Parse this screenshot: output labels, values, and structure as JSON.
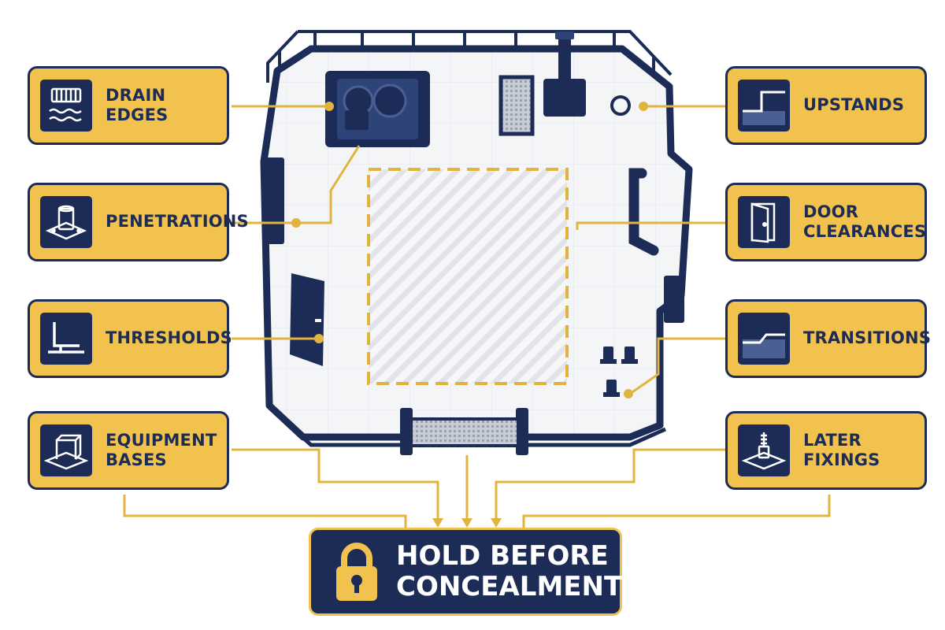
{
  "callouts": {
    "drain_edges": {
      "label": "DRAIN EDGES",
      "icon": "drain-grate-icon"
    },
    "penetrations": {
      "label": "PENETRATIONS",
      "icon": "pipe-penetration-icon"
    },
    "thresholds": {
      "label": "THRESHOLDS",
      "icon": "threshold-icon"
    },
    "equipment_bases": {
      "label": "EQUIPMENT\nBASES",
      "icon": "equipment-base-icon"
    },
    "upstands": {
      "label": "UPSTANDS",
      "icon": "upstand-icon"
    },
    "door_clearances": {
      "label": "DOOR\nCLEARANCES",
      "icon": "door-icon"
    },
    "transitions": {
      "label": "TRANSITIONS",
      "icon": "transition-icon"
    },
    "later_fixings": {
      "label": "LATER FIXINGS",
      "icon": "fixing-bolt-icon"
    }
  },
  "hold": {
    "label": "HOLD BEFORE\nCONCEALMENT",
    "icon": "padlock-icon"
  },
  "colors": {
    "navy": "#1c2c56",
    "yellow": "#f1c24e",
    "line": "#e0b43e",
    "deck": "#f4f5f7"
  }
}
